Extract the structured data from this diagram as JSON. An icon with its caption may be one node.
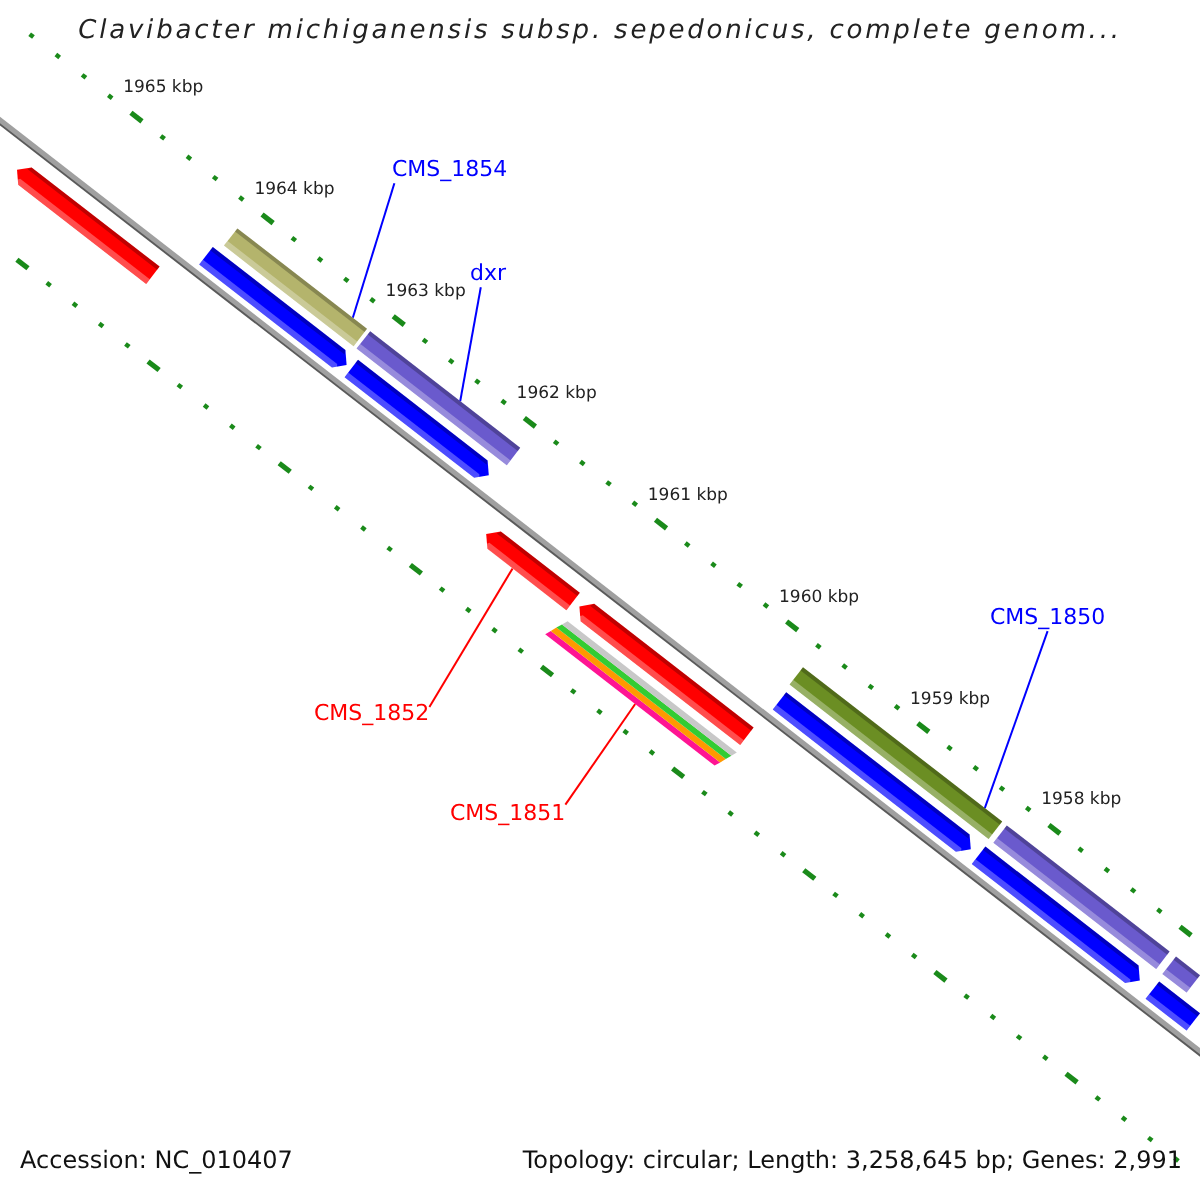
{
  "diagram": {
    "title": "Clavibacter michiganensis subsp. sepedonicus, complete genom...",
    "nodes": [
      {
        "text": [
          "CMS_1854"
        ]
      },
      {
        "text": [],
        "shape": "bar"
      },
      {
        "text": [
          "dxr"
        ]
      },
      {
        "text": [],
        "shape": "bar"
      },
      {
        "text": [
          "CMS_1850"
        ]
      },
      {
        "text": [],
        "shape": "bar"
      },
      {
        "text": [
          "CMS_1852"
        ]
      },
      {
        "text": [],
        "shape": "bar"
      },
      {
        "text": [
          "CMS_1851"
        ]
      },
      {
        "text": [],
        "shape": "bar"
      },
      {
        "text": [],
        "shape": "bar"
      },
      {
        "text": [],
        "shape": "bar"
      },
      {
        "text": [],
        "shape": "bar"
      },
      {
        "text": [],
        "shape": "bar"
      },
      {
        "text": [],
        "shape": "bar"
      },
      {
        "text": [],
        "shape": "bar"
      },
      {
        "text": [],
        "shape": "bar"
      },
      {
        "text": [],
        "shape": "bar"
      },
      {
        "text": [],
        "shape": "bar"
      }
    ],
    "edges": [
      {
        "from": 0,
        "to": 1,
        "arrow": "none"
      },
      {
        "from": 2,
        "to": 3,
        "arrow": "none"
      },
      {
        "from": 4,
        "to": 5,
        "arrow": "none"
      },
      {
        "from": 6,
        "to": 7,
        "arrow": "none",
        "color": "#ff0000"
      },
      {
        "from": 8,
        "to": 9,
        "arrow": "none",
        "color": "#ff0000"
      }
    ],
    "labels": [
      "1965 kbp",
      "1964 kbp",
      "1963 kbp",
      "1962 kbp",
      "1961 kbp",
      "1960 kbp",
      "1959 kbp",
      "1958 kbp",
      "Accession: NC_010407",
      "Topology: circular; Length: 3,258,645 bp; Genes: 2,991"
    ]
  }
}
